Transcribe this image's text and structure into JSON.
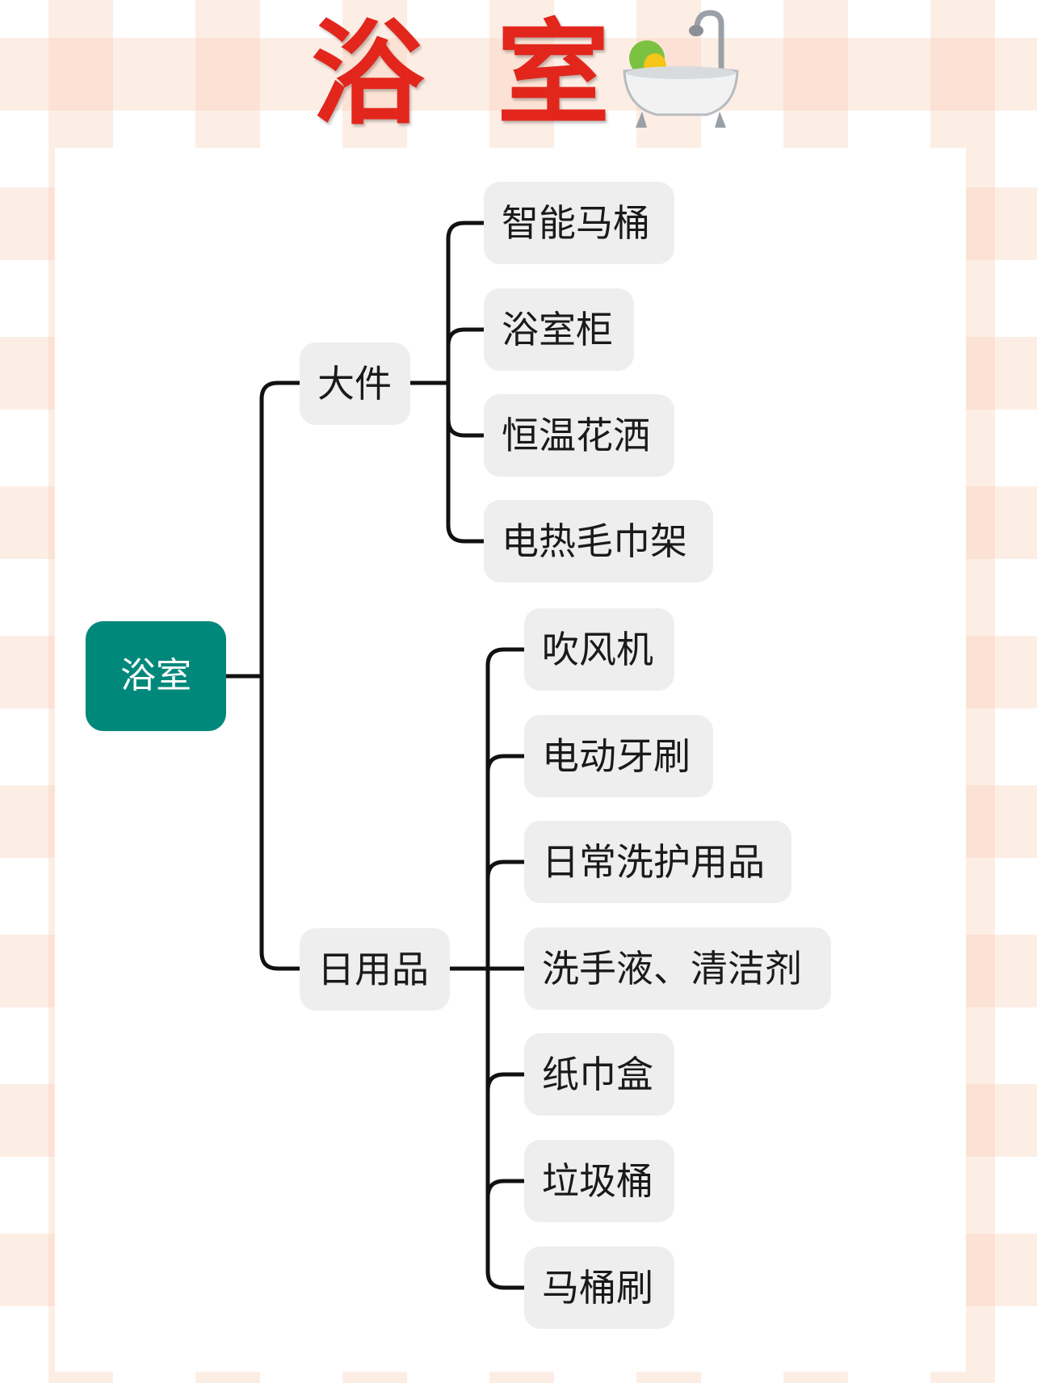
{
  "title": {
    "char1": "浴",
    "char2": "室",
    "emoji_icon": "person-taking-bath-icon"
  },
  "colors": {
    "title": "#e2261c",
    "root": "#00887a",
    "node": "#eeeeee",
    "line": "#111111"
  },
  "mindmap": {
    "root": "浴室",
    "branches": [
      {
        "label": "大件",
        "children": [
          "智能马桶",
          "浴室柜",
          "恒温花洒",
          "电热毛巾架"
        ]
      },
      {
        "label": "日用品",
        "children": [
          "吹风机",
          "电动牙刷",
          "日常洗护用品",
          "洗手液、清洁剂",
          "纸巾盒",
          "垃圾桶",
          "马桶刷"
        ]
      }
    ]
  }
}
